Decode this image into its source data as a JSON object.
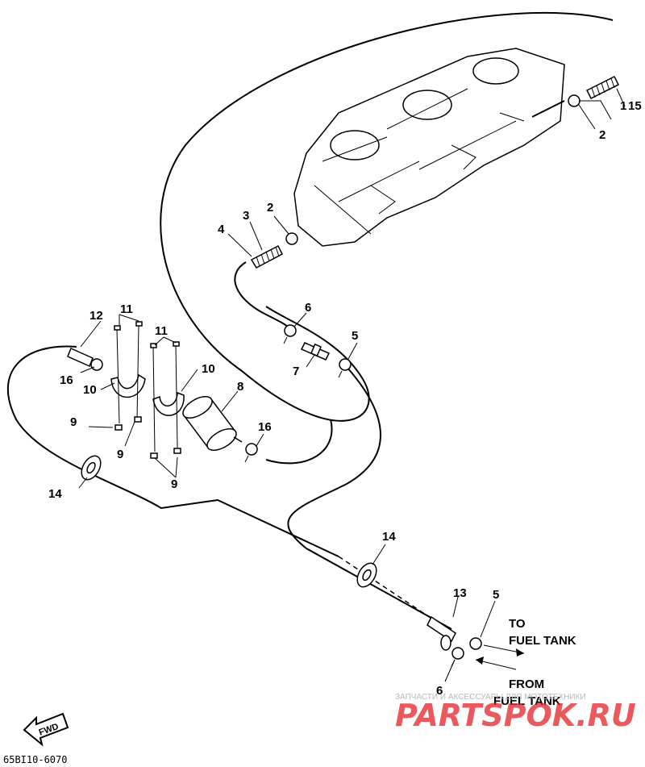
{
  "callouts": {
    "c1": "1",
    "c2a": "2",
    "c2b": "2",
    "c3": "3",
    "c4": "4",
    "c5a": "5",
    "c5b": "5",
    "c6a": "6",
    "c6b": "6",
    "c7": "7",
    "c8": "8",
    "c9a": "9",
    "c9b": "9",
    "c9c": "9",
    "c10a": "10",
    "c10b": "10",
    "c11a": "11",
    "c11b": "11",
    "c12": "12",
    "c13": "13",
    "c14a": "14",
    "c14b": "14",
    "c15": "15",
    "c16a": "16",
    "c16b": "16"
  },
  "to_tank": {
    "line1": "TO",
    "line2": "FUEL TANK"
  },
  "from_tank": {
    "line1": "FROM",
    "line2": "FUEL TANK"
  },
  "fwd_label": "FWD",
  "diagram_code": "65BI10-6070",
  "watermark": {
    "subtitle": "ЗАПЧАСТИ И АКСЕССУАРЫ ДЛЯ МОТОТЕХНИКИ",
    "brand": "PARTSPOK.RU",
    "color": "#e32228"
  }
}
